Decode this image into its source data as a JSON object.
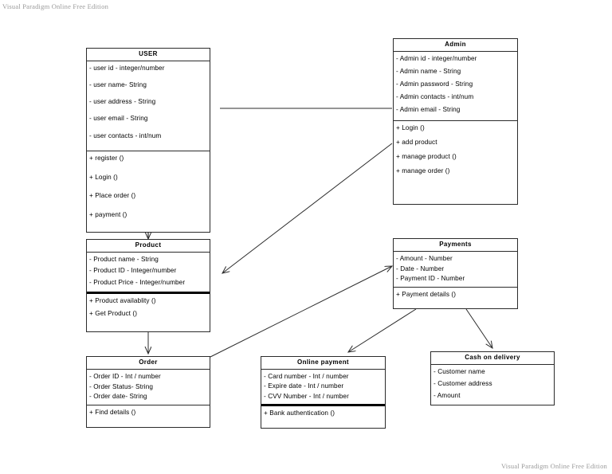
{
  "watermark": {
    "top_left": "Visual Paradigm Online Free Edition",
    "bottom_right": "Visual Paradigm Online Free Edition"
  },
  "diagram": {
    "type": "uml-class-diagram",
    "classes": [
      {
        "id": "user",
        "name": "USER",
        "attributes": [
          "- user id - integer/number",
          "- user name- String",
          "- user address - String",
          "- user email - String",
          "- user contacts - int/num"
        ],
        "operations": [
          "+ register ()",
          "+ Login ()",
          "+ Place order ()",
          "+ payment ()"
        ]
      },
      {
        "id": "admin",
        "name": "Admin",
        "attributes": [
          "- Admin id - integer/number",
          "- Admin name - String",
          "- Admin password - String",
          "- Admin contacts - int/num",
          "- Admin email - String"
        ],
        "operations": [
          "+ Login ()",
          "+ add product",
          "+ manage product ()",
          "+ manage order ()"
        ]
      },
      {
        "id": "product",
        "name": "Product",
        "attributes": [
          "- Product name - String",
          "- Product ID - Integer/number",
          "- Product Price - Integer/number"
        ],
        "operations": [
          "+ Product availablity ()",
          "+ Get Product ()"
        ]
      },
      {
        "id": "payments",
        "name": "Payments",
        "attributes": [
          "- Amount - Number",
          "- Date - Number",
          "- Payment ID - Number"
        ],
        "operations": [
          "+ Payment details ()"
        ]
      },
      {
        "id": "order",
        "name": "Order",
        "attributes": [
          "- Order ID - Int / number",
          "- Order Status- String",
          "- Order date- String"
        ],
        "operations": [
          "+ Find details ()"
        ]
      },
      {
        "id": "online-payment",
        "name": "Online payment",
        "attributes": [
          "- Card number - Int / number",
          "- Expire date - Int / number",
          "- CVV Number - Int / number"
        ],
        "operations": [
          "+ Bank authentication  ()"
        ]
      },
      {
        "id": "cash-on-delivery",
        "name": "Cash on delivery",
        "attributes": [
          "- Customer name",
          "- Customer address",
          "- Amount"
        ],
        "operations": []
      }
    ],
    "connectors": [
      {
        "id": "user-admin",
        "from": "user",
        "to": "admin",
        "style": "plain-line"
      },
      {
        "id": "user-product",
        "from": "user",
        "to": "product",
        "style": "arrow-down"
      },
      {
        "id": "admin-product",
        "from": "admin",
        "to": "product",
        "style": "arrow-diagonal"
      },
      {
        "id": "product-order",
        "from": "product",
        "to": "order",
        "style": "arrow-down"
      },
      {
        "id": "order-payments",
        "from": "order",
        "to": "payments",
        "style": "arrow-diagonal"
      },
      {
        "id": "payments-online-payment",
        "from": "payments",
        "to": "online-payment",
        "style": "arrow-diagonal"
      },
      {
        "id": "payments-cash-on-delivery",
        "from": "payments",
        "to": "cash-on-delivery",
        "style": "arrow-diagonal"
      }
    ]
  },
  "colors": {
    "line": "#2b2b2b",
    "background": "#ffffff",
    "watermark": "#9a9a9a"
  }
}
